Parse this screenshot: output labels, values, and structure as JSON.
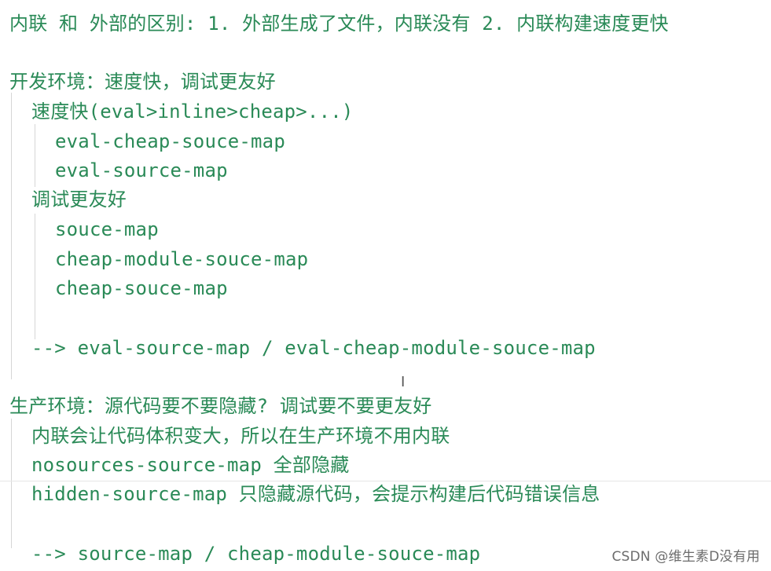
{
  "editor": {
    "lines": [
      "内联 和 外部的区别: 1. 外部生成了文件，内联没有 2. 内联构建速度更快",
      "开发环境：速度快，调试更友好",
      "速度快(eval>inline>cheap>...)",
      "eval-cheap-souce-map",
      "eval-source-map",
      "调试更友好",
      "souce-map",
      "cheap-module-souce-map",
      "cheap-souce-map",
      "--> eval-source-map  / eval-cheap-module-souce-map",
      "生产环境：源代码要不要隐藏? 调试要不要更友好",
      "内联会让代码体积变大，所以在生产环境不用内联",
      "nosources-source-map 全部隐藏",
      "hidden-source-map 只隐藏源代码，会提示构建后代码错误信息",
      "--> source-map / cheap-module-souce-map"
    ]
  },
  "cursor_glyph": "I",
  "watermark": "CSDN @维生素D没有用",
  "colors": {
    "text": "#2a8a57",
    "background": "#ffffff",
    "guides": "#d6d6d6"
  }
}
